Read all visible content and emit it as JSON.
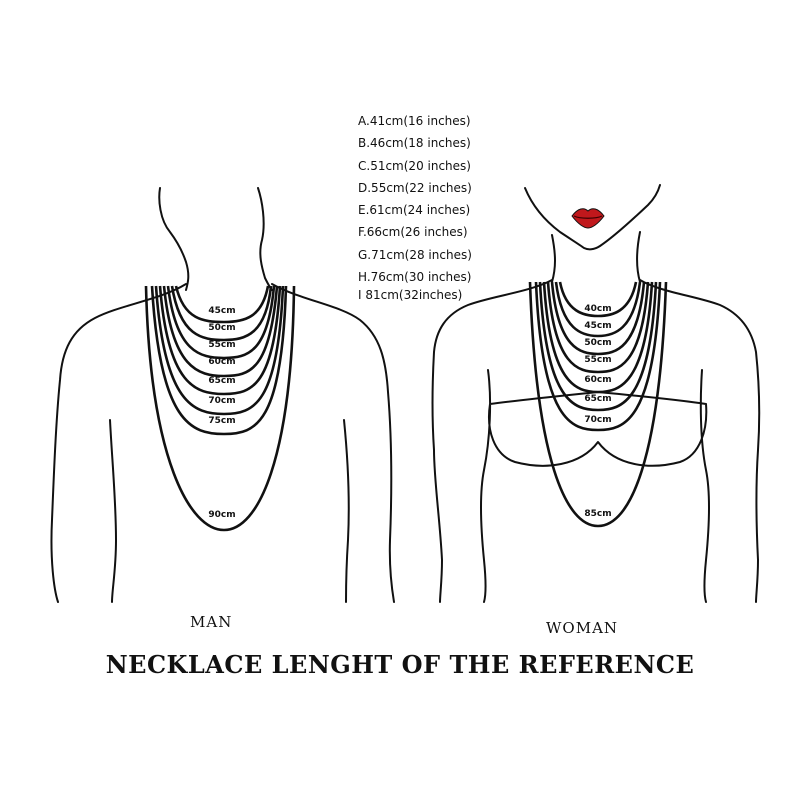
{
  "legend": [
    "A.41cm(16 inches)",
    "B.46cm(18 inches)",
    "C.51cm(20 inches)",
    "D.55cm(22 inches)",
    "E.61cm(24 inches)",
    "F.66cm(26 inches)",
    "G.71cm(28 inches)",
    "H.76cm(30 inches)",
    "I 81cm(32inches)"
  ],
  "man": {
    "label": "MAN",
    "lengths": [
      "45cm",
      "50cm",
      "55cm",
      "60cm",
      "65cm",
      "70cm",
      "75cm",
      "90cm"
    ]
  },
  "woman": {
    "label": "WOMAN",
    "lengths": [
      "40cm",
      "45cm",
      "50cm",
      "55cm",
      "60cm",
      "65cm",
      "70cm",
      "85cm"
    ]
  },
  "title": "NECKLACE LENGHT OF THE REFERENCE",
  "colors": {
    "ink": "#111111",
    "lips": "#c0181c"
  }
}
